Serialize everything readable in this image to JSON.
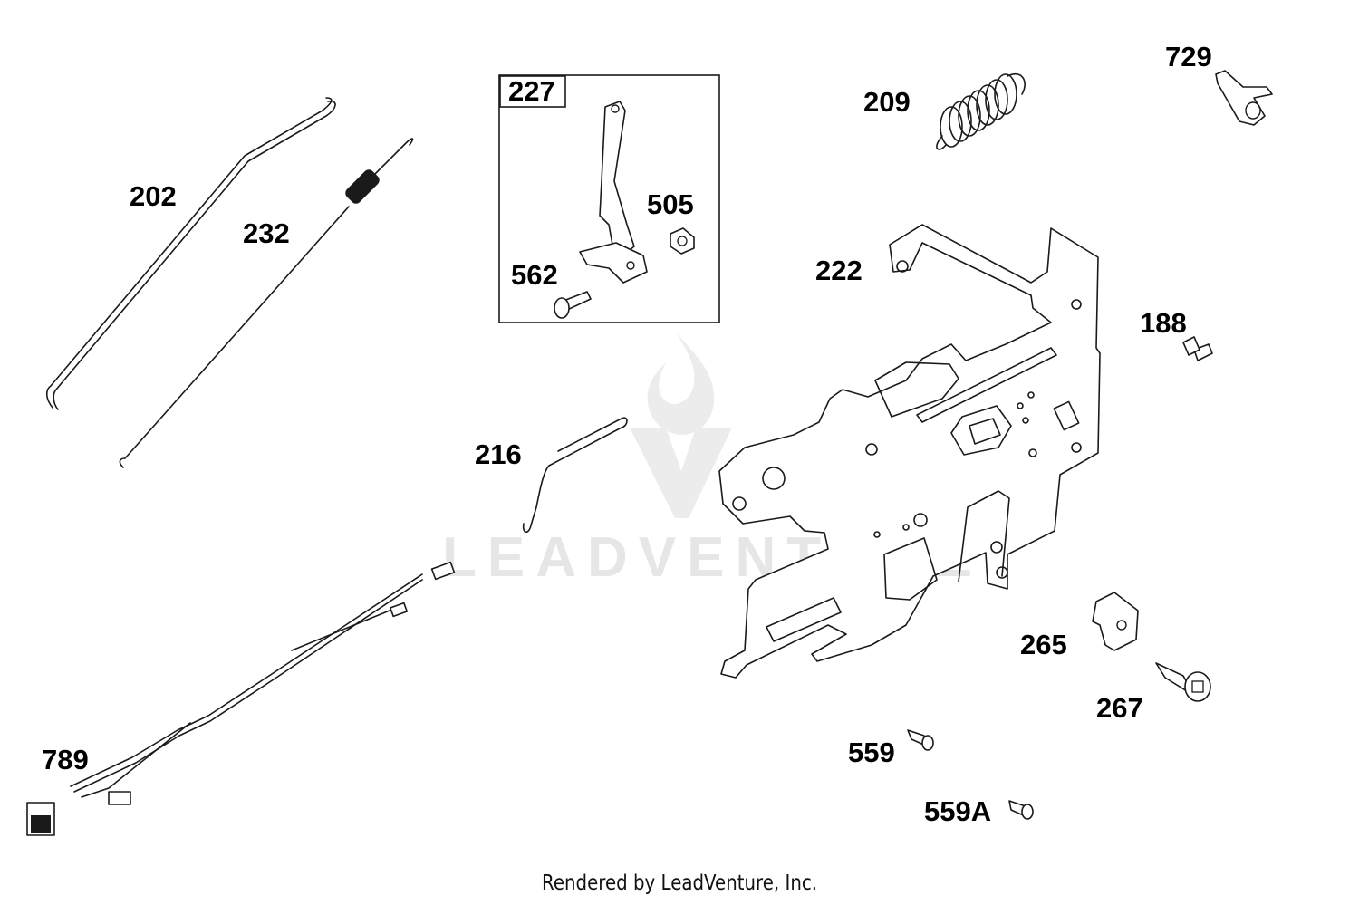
{
  "watermark": {
    "text": "LEADVENTURE"
  },
  "footer": {
    "text": "Rendered by LeadVenture, Inc."
  },
  "parts": [
    {
      "id": "202",
      "label": "202"
    },
    {
      "id": "232",
      "label": "232"
    },
    {
      "id": "227",
      "label": "227"
    },
    {
      "id": "505",
      "label": "505"
    },
    {
      "id": "562",
      "label": "562"
    },
    {
      "id": "209",
      "label": "209"
    },
    {
      "id": "729",
      "label": "729"
    },
    {
      "id": "222",
      "label": "222"
    },
    {
      "id": "188",
      "label": "188"
    },
    {
      "id": "216",
      "label": "216"
    },
    {
      "id": "265",
      "label": "265"
    },
    {
      "id": "267",
      "label": "267"
    },
    {
      "id": "559",
      "label": "559"
    },
    {
      "id": "559A",
      "label": "559A"
    },
    {
      "id": "789",
      "label": "789"
    }
  ]
}
